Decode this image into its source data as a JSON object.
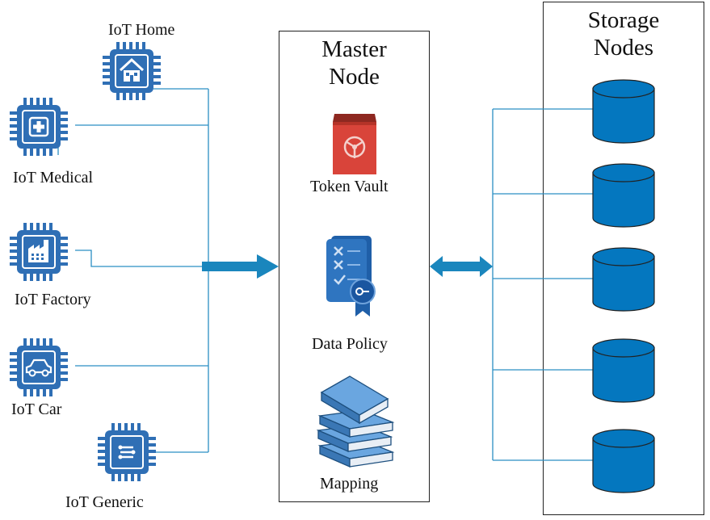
{
  "devices": {
    "home": "IoT Home",
    "medical": "IoT Medical",
    "factory": "IoT Factory",
    "car": "IoT Car",
    "generic": "IoT Generic"
  },
  "master": {
    "title_line1": "Master",
    "title_line2": "Node",
    "token_vault": "Token Vault",
    "data_policy": "Data Policy",
    "mapping": "Mapping"
  },
  "storage": {
    "title_line1": "Storage",
    "title_line2": "Nodes",
    "node_count": 5
  },
  "colors": {
    "iot_blue": "#2f6fb5",
    "connector": "#2b8fc4",
    "arrow": "#1a86bd",
    "cylinder": "#0477bf",
    "vault_red": "#d9443a",
    "book_blue": "#6aa6e0"
  },
  "icons": {
    "home": "iot-home-chip-icon",
    "medical": "iot-medical-chip-icon",
    "factory": "iot-factory-chip-icon",
    "car": "iot-car-chip-icon",
    "generic": "iot-generic-chip-icon",
    "vault": "token-vault-icon",
    "policy": "data-policy-icon",
    "mapping": "mapping-books-icon",
    "storage": "database-cylinder-icon"
  }
}
